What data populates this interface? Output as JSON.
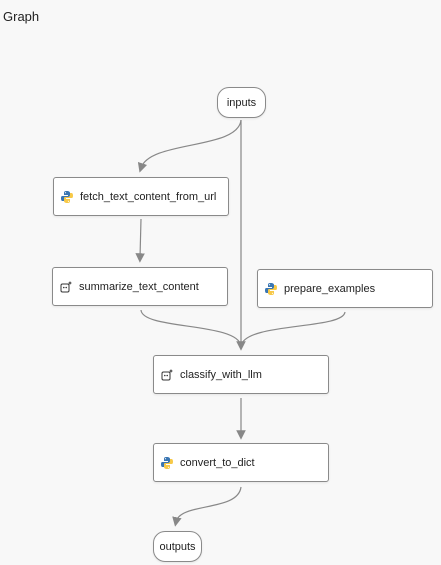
{
  "header": {
    "title": "Graph"
  },
  "nodes": {
    "inputs": {
      "label": "inputs",
      "icon": "none"
    },
    "fetch": {
      "label": "fetch_text_content_from_url",
      "icon": "python-icon"
    },
    "summarize": {
      "label": "summarize_text_content",
      "icon": "llm-icon"
    },
    "prepare": {
      "label": "prepare_examples",
      "icon": "python-icon"
    },
    "classify": {
      "label": "classify_with_llm",
      "icon": "llm-icon"
    },
    "convert": {
      "label": "convert_to_dict",
      "icon": "python-icon"
    },
    "outputs": {
      "label": "outputs",
      "icon": "none"
    }
  },
  "colors": {
    "python_blue": "#3a76b3",
    "python_yellow": "#f7c948",
    "edge": "#888888"
  }
}
